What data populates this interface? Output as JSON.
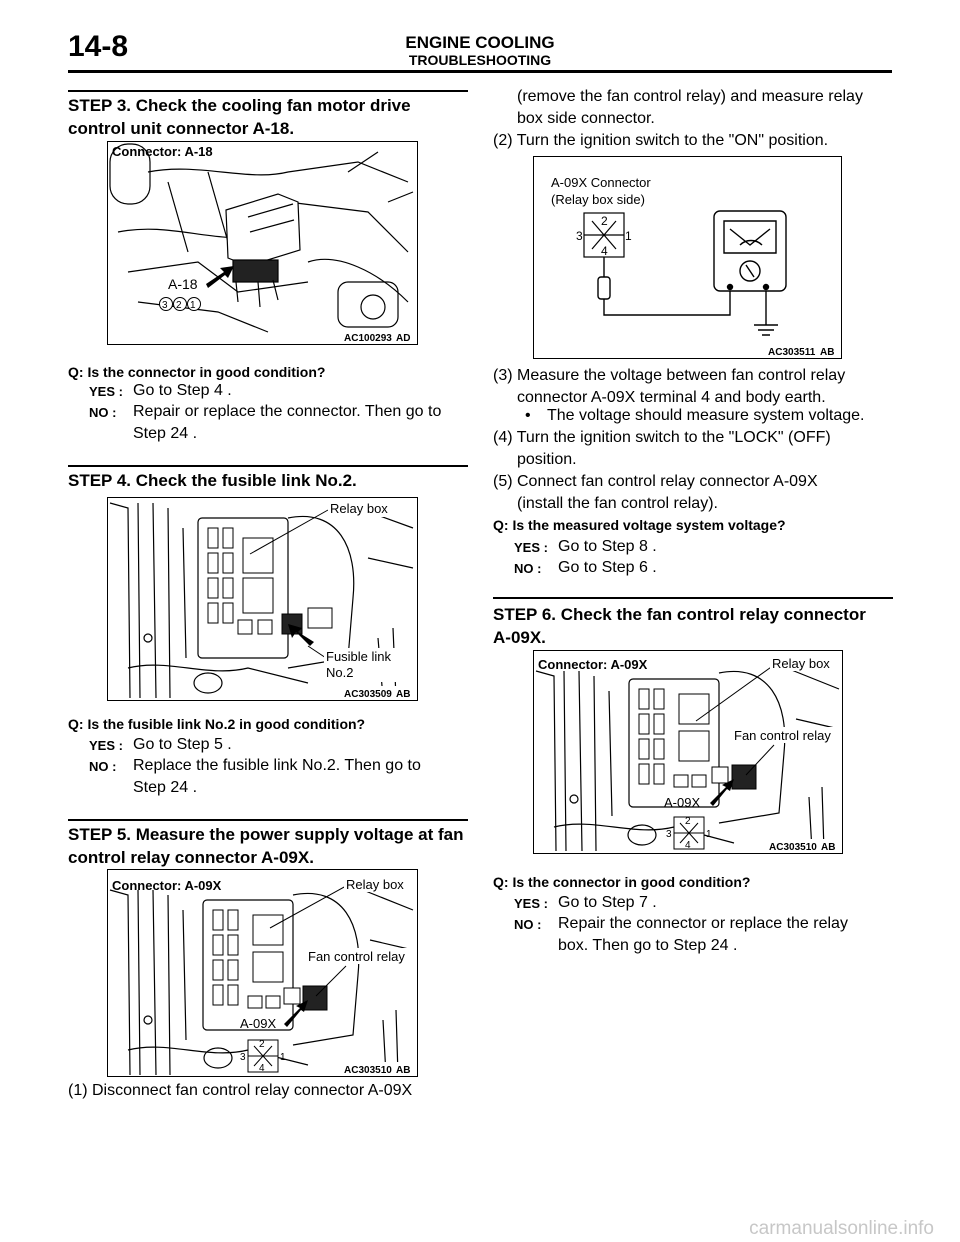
{
  "header": {
    "page_number": "14-8",
    "title": "ENGINE COOLING",
    "subtitle": "TROUBLESHOOTING"
  },
  "step3": {
    "title_line1": "STEP 3. Check the cooling fan motor drive",
    "title_line2": "control unit connector A-18.",
    "figure": {
      "caption": "Connector: A-18",
      "connector_label": "A-18",
      "pins": [
        "3",
        "2",
        "1"
      ],
      "code": "AC100293",
      "suffix": "AD"
    },
    "question": "Q: Is the connector in good condition?",
    "yes_label": "YES :",
    "yes_text": "Go to Step 4 .",
    "no_label": "NO :",
    "no_text_line1": "Repair or replace the connector. Then go to",
    "no_text_line2": "Step 24 ."
  },
  "step4": {
    "title": "STEP 4. Check the fusible link No.2.",
    "figure": {
      "relay_box": "Relay box",
      "fusible_line1": "Fusible link",
      "fusible_line2": "No.2",
      "code": "AC303509",
      "suffix": "AB"
    },
    "question": "Q: Is the fusible link No.2 in good condition?",
    "yes_label": "YES :",
    "yes_text": "Go to Step 5 .",
    "no_label": "NO :",
    "no_text_line1": "Replace the fusible link No.2. Then go to",
    "no_text_line2": "Step 24 ."
  },
  "step5": {
    "title_line1": "STEP 5. Measure the power supply voltage at fan",
    "title_line2": "control relay connector A-09X.",
    "figure": {
      "caption": "Connector: A-09X",
      "relay_box": "Relay box",
      "fan_relay": "Fan control relay",
      "connector_label": "A-09X",
      "pins": [
        "2",
        "3",
        "1",
        "4"
      ],
      "code": "AC303510",
      "suffix": "AB"
    },
    "instr1_line1": "(1) Disconnect fan control relay connector A-09X",
    "instr1_line2": "(remove the fan control relay) and measure relay",
    "instr1_line3": "box side connector.",
    "instr2": "(2) Turn the ignition switch to the \"ON\" position.",
    "meter_figure": {
      "label_line1": "A-09X Connector",
      "label_line2": "(Relay box side)",
      "pins": [
        "2",
        "3",
        "1",
        "4"
      ],
      "code": "AC303511",
      "suffix": "AB"
    },
    "instr3_line1": "(3) Measure the voltage between fan control relay",
    "instr3_line2": "connector A-09X terminal 4 and body earth.",
    "bullet": "The voltage should measure system voltage.",
    "instr4_line1": "(4) Turn the ignition switch to the \"LOCK\" (OFF)",
    "instr4_line2": "position.",
    "instr5_line1": "(5) Connect fan control relay connector A-09X",
    "instr5_line2": "(install the fan control relay).",
    "question": "Q: Is the measured voltage system voltage?",
    "yes_label": "YES :",
    "yes_text": "Go to Step 8 .",
    "no_label": "NO :",
    "no_text": "Go to Step 6 ."
  },
  "step6": {
    "title_line1": "STEP 6. Check the fan control relay connector",
    "title_line2": "A-09X.",
    "figure": {
      "caption": "Connector: A-09X",
      "relay_box": "Relay box",
      "fan_relay": "Fan control relay",
      "connector_label": "A-09X",
      "pins": [
        "2",
        "3",
        "1",
        "4"
      ],
      "code": "AC303510",
      "suffix": "AB"
    },
    "question": "Q: Is the connector in good condition?",
    "yes_label": "YES :",
    "yes_text": "Go to Step 7 .",
    "no_label": "NO :",
    "no_text_line1": "Repair the connector or replace the relay",
    "no_text_line2": "box. Then go to Step 24 ."
  },
  "footer": {
    "watermark": "carmanualsonline.info"
  }
}
